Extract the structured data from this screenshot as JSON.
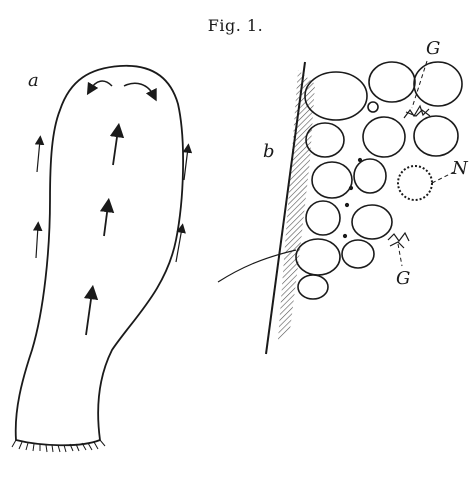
{
  "figure": {
    "title": "Fig. 1.",
    "panel_a_label": "a",
    "panel_b_label": "b",
    "label_G_top": "G",
    "label_N": "N",
    "label_G_bottom": "G"
  },
  "colors": {
    "ink": "#1a1a1a",
    "background": "#ffffff"
  }
}
